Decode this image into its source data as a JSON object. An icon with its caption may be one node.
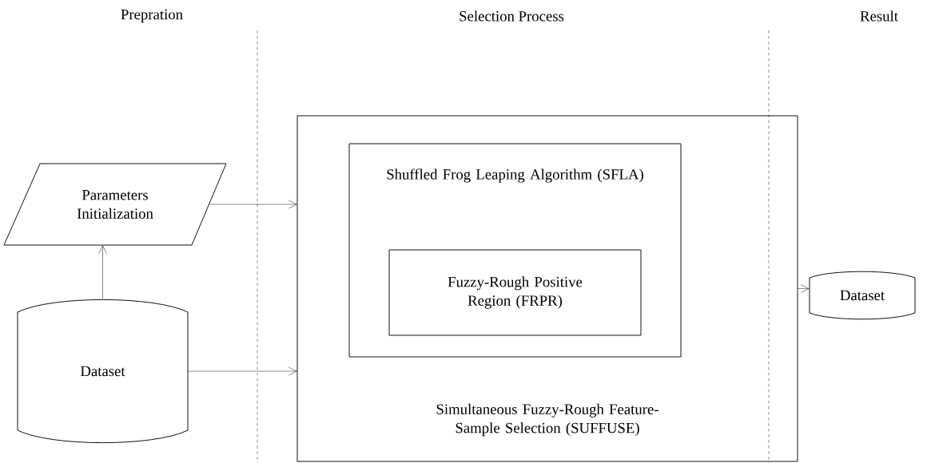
{
  "diagram": {
    "nodes": [
      {
        "text": [
          "Parameters Initialization"
        ]
      },
      {
        "text": [
          "Dataset"
        ]
      },
      {
        "text": [
          "Simultaneous Fuzzy-Rough Feature-Sample Selection (SUFFUSE)"
        ]
      },
      {
        "text": [
          "Shuffled Frog Leaping Algorithm (SFLA)"
        ],
        "in": 2
      },
      {
        "text": [
          "Fuzzy-Rough Positive Region (FRPR)"
        ],
        "in": 3
      },
      {
        "text": [
          "Dataset"
        ]
      }
    ],
    "edges": [
      {
        "from": 1,
        "to": 0,
        "arrow": "to"
      },
      {
        "from": 0,
        "to": 2,
        "arrow": "to"
      },
      {
        "from": 1,
        "to": 2,
        "arrow": "to"
      },
      {
        "from": 2,
        "to": 5,
        "arrow": "to"
      }
    ],
    "labels": [
      "Prepration",
      "Selection Process",
      "Result"
    ]
  }
}
